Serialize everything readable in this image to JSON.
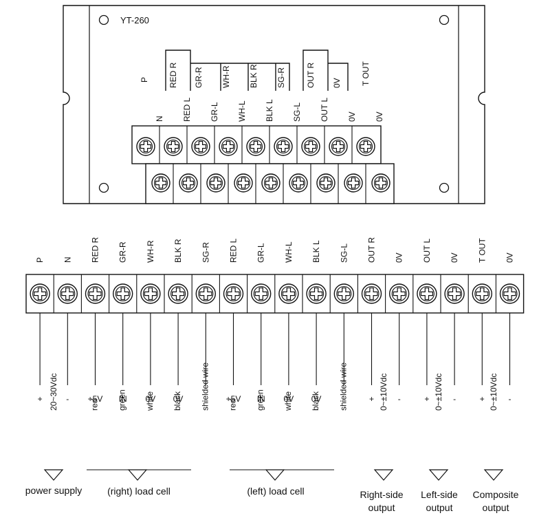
{
  "module": {
    "model": "YT-260",
    "jumper_power_label": "P",
    "jumper_left_labels": [
      "RED R",
      "GR-R",
      "WH-R",
      "BLK R",
      "SG-R"
    ],
    "jumper_right_labels": [
      "OUT R",
      "0V"
    ],
    "jumper_tout_label": "T OUT",
    "top_row_labels": [
      "N",
      "RED L",
      "GR-L",
      "WH-L",
      "BLK L",
      "SG-L",
      "OUT L",
      "0V",
      "0V"
    ]
  },
  "terminal_strip": {
    "labels": [
      "P",
      "N",
      "RED R",
      "GR-R",
      "WH-R",
      "BLK R",
      "SG-R",
      "RED L",
      "GR-L",
      "WH-L",
      "BLK L",
      "SG-L",
      "OUT R",
      "0V",
      "OUT L",
      "0V",
      "T OUT",
      "0V"
    ],
    "signals": [
      "+",
      "-",
      "+5V",
      "IN",
      "0V",
      "0V",
      "",
      "+5V",
      "IN",
      "0V",
      "0V",
      "",
      "+",
      "-",
      "+",
      "-",
      "+",
      "-"
    ],
    "colors": [
      "",
      "",
      "red",
      "green",
      "white",
      "black",
      "shielded wire",
      "red",
      "green",
      "white",
      "black",
      "shielded wire",
      "",
      "",
      "",
      "",
      "",
      ""
    ]
  },
  "groups": [
    {
      "spec": "20~30Vdc",
      "label": "power supply"
    },
    {
      "spec": "",
      "label": "(right) load cell"
    },
    {
      "spec": "",
      "label": "(left) load cell"
    },
    {
      "spec": "0~±10Vdc",
      "label": "Right-side output"
    },
    {
      "spec": "0~±10Vdc",
      "label": "Left-side output"
    },
    {
      "spec": "0~±10Vdc",
      "label": "Composite output"
    }
  ]
}
